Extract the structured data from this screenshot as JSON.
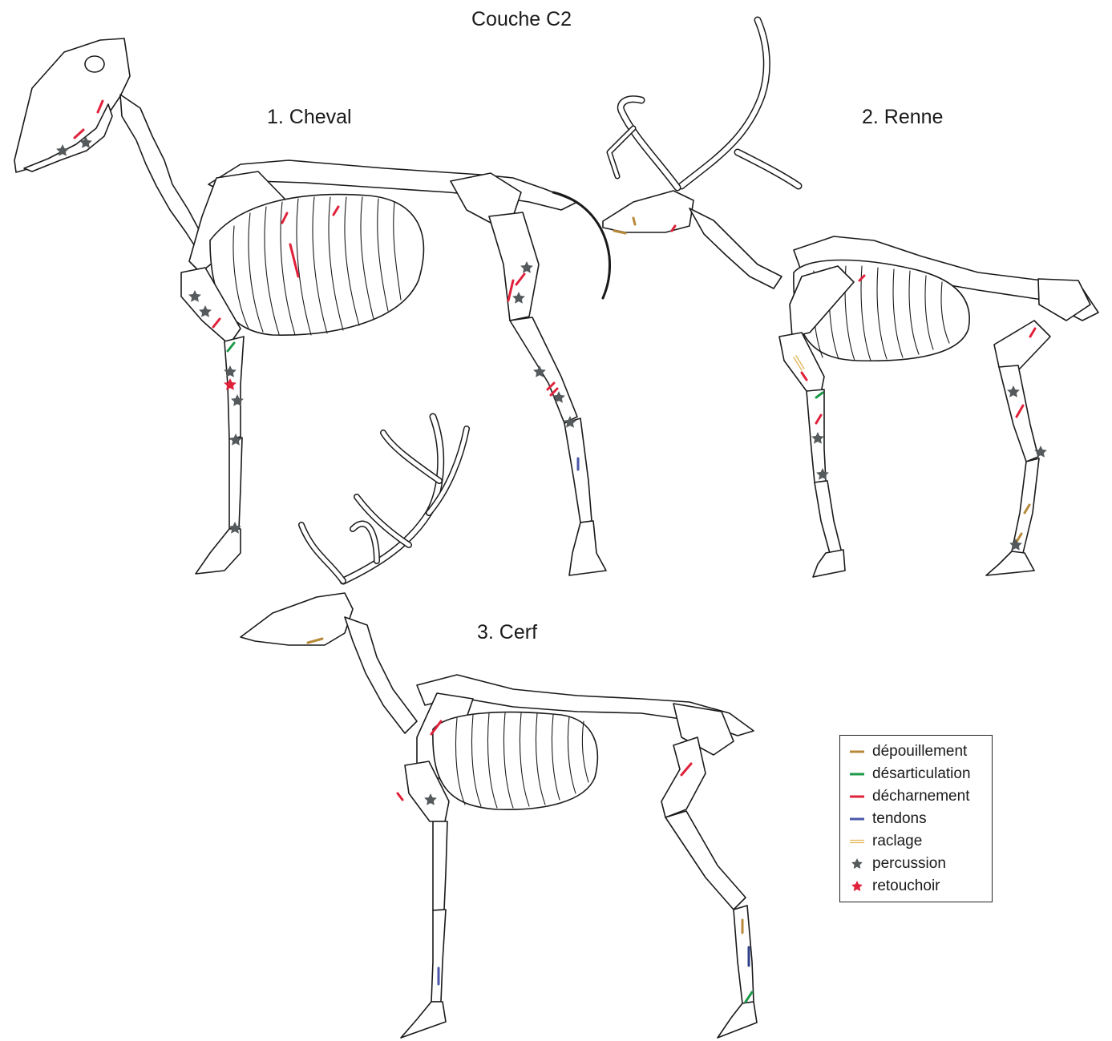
{
  "figure": {
    "title": "Couche C2",
    "panels": [
      {
        "label": "1. Cheval"
      },
      {
        "label": "2. Renne"
      },
      {
        "label": "3. Cerf"
      }
    ]
  },
  "legend": {
    "items": [
      {
        "label": "dépouillement",
        "symbol": "line",
        "color": "#b8893a"
      },
      {
        "label": "désarticulation",
        "symbol": "line",
        "color": "#1e9a4a"
      },
      {
        "label": "décharnement",
        "symbol": "line",
        "color": "#e0213a"
      },
      {
        "label": "tendons",
        "symbol": "line",
        "color": "#4a57a8"
      },
      {
        "label": "raclage",
        "symbol": "double-line",
        "color": "#e3b85a"
      },
      {
        "label": "percussion",
        "symbol": "star",
        "color": "#555a5c"
      },
      {
        "label": "retouchoir",
        "symbol": "star",
        "color": "#e0213a"
      }
    ]
  }
}
